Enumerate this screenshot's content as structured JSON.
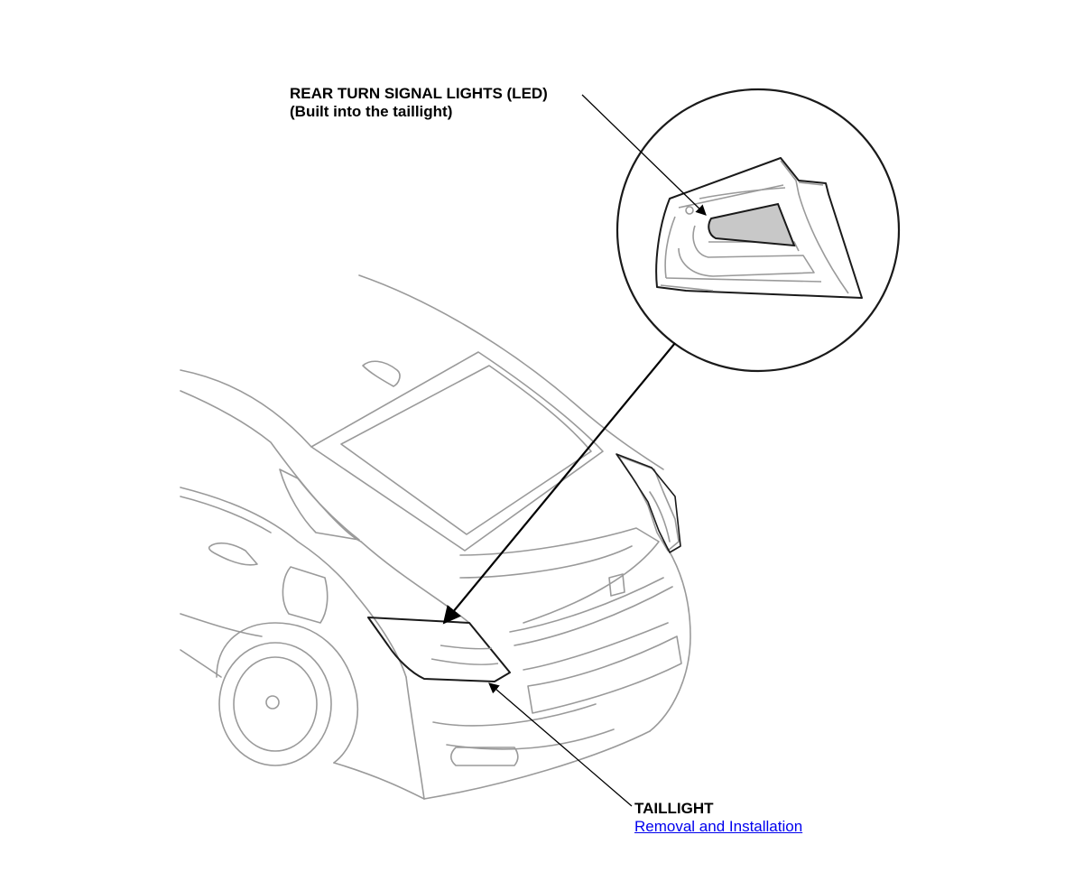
{
  "callouts": {
    "turn_signal": {
      "line1": "REAR TURN SIGNAL LIGHTS (LED)",
      "line2": "(Built into the taillight)"
    },
    "taillight": {
      "label": "TAILLIGHT",
      "link_text": "Removal and Installation"
    }
  },
  "colors": {
    "link": "#0000ee",
    "outline_light": "#9a9a9a",
    "outline_dark": "#1a1a1a",
    "highlight_fill": "#c8c8c8"
  },
  "icons": [
    "callout-arrow-icon",
    "detail-magnifier-icon"
  ]
}
